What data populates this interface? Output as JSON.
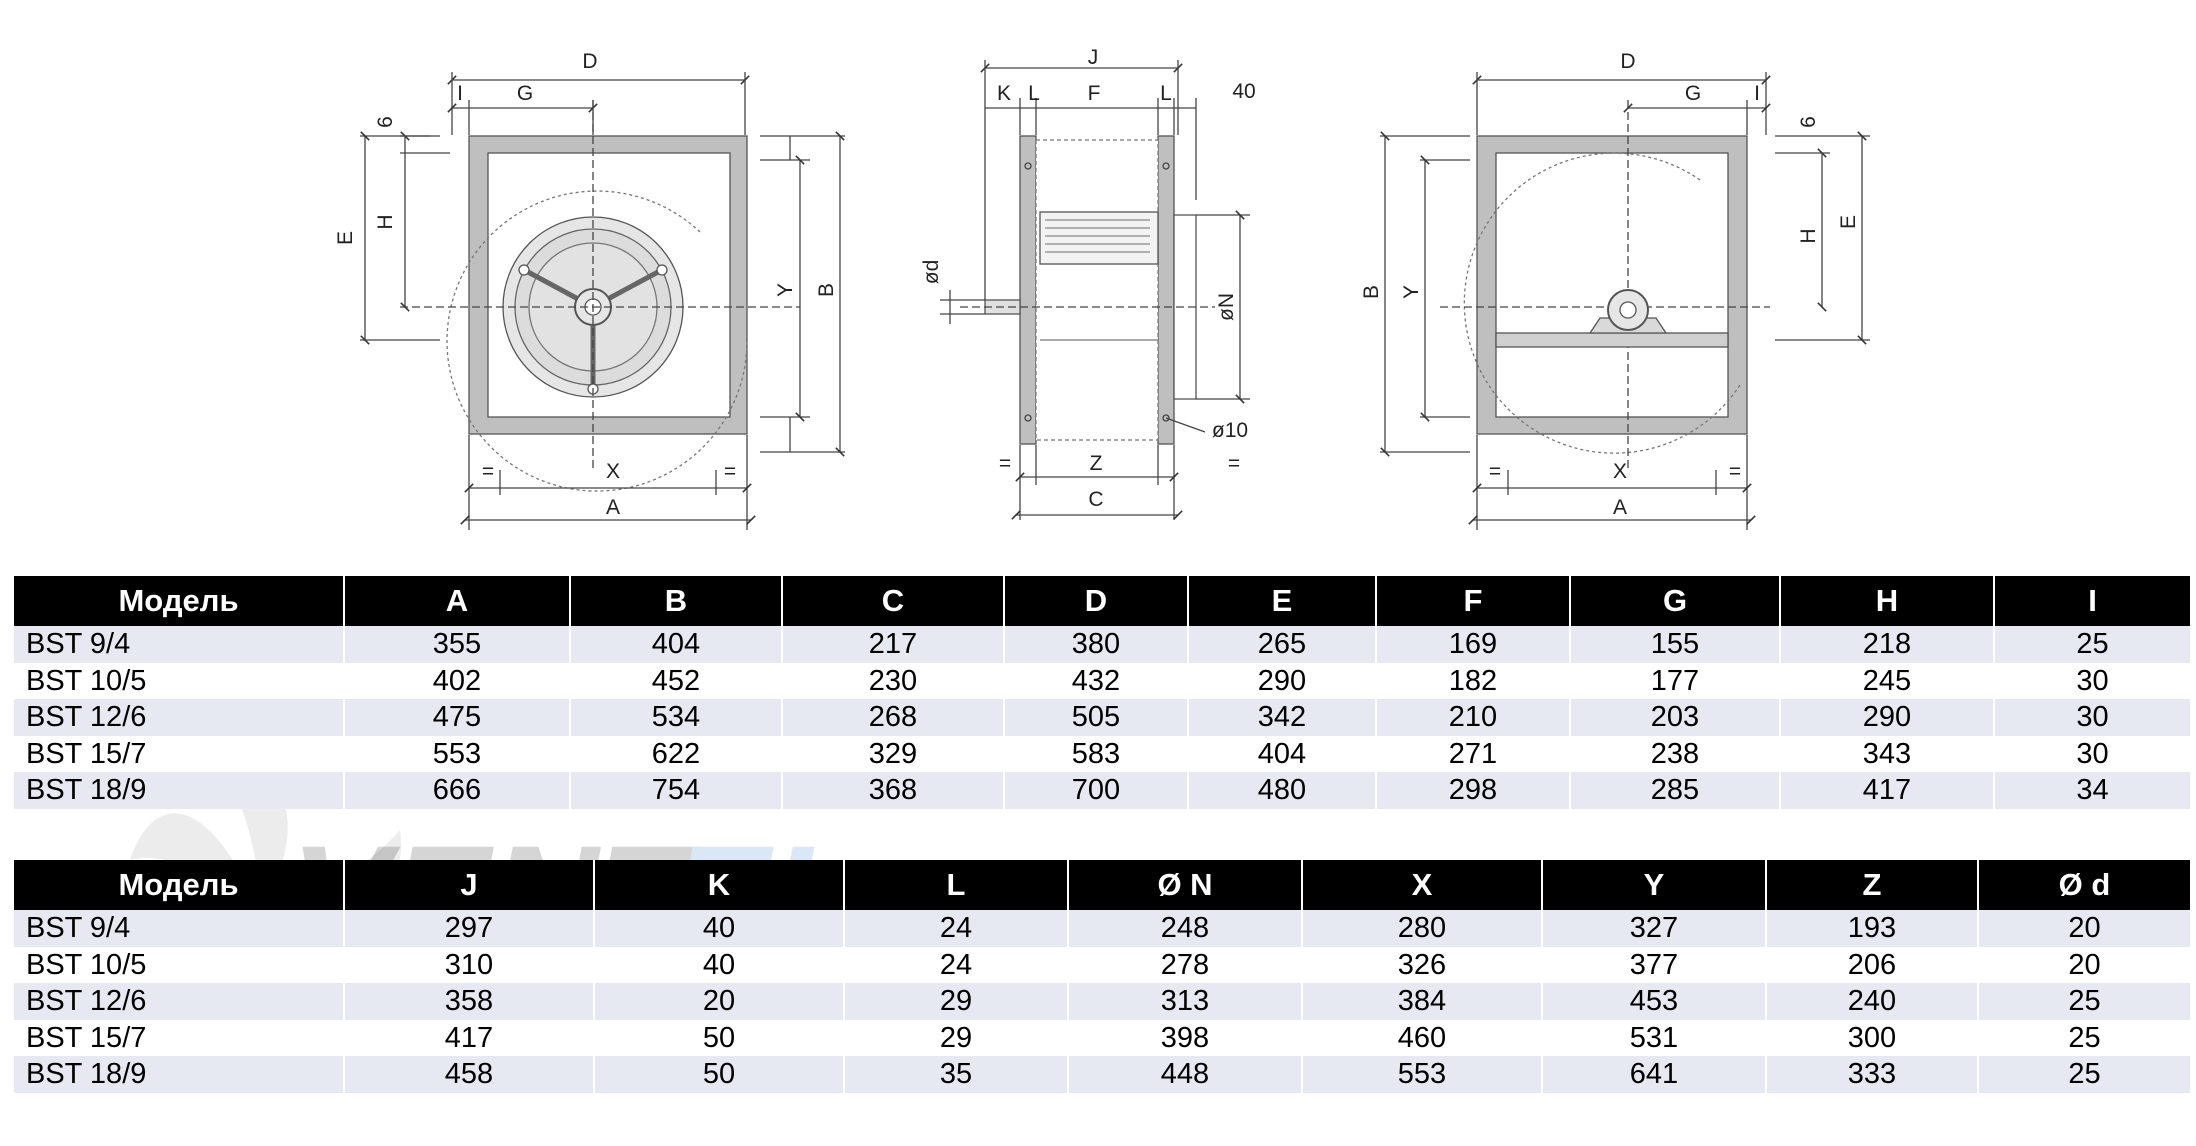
{
  "drawing_labels": {
    "front": {
      "D": "D",
      "I": "I",
      "G": "G",
      "six": "6",
      "H": "H",
      "E": "E",
      "Y": "Y",
      "B": "B",
      "eq": "=",
      "X": "X",
      "A": "A"
    },
    "side": {
      "J": "J",
      "K": "K",
      "L": "L",
      "F": "F",
      "forty": "40",
      "od": "ød",
      "oN": "øN",
      "o10": "ø10",
      "eq": "=",
      "Z": "Z",
      "C": "C"
    },
    "back": {
      "D": "D",
      "G": "G",
      "I": "I",
      "six": "6",
      "H": "H",
      "E": "E",
      "B": "B",
      "Y": "Y",
      "eq": "=",
      "X": "X",
      "A": "A"
    }
  },
  "table1": {
    "headers": [
      "Модель",
      "A",
      "B",
      "C",
      "D",
      "E",
      "F",
      "G",
      "H",
      "I"
    ],
    "rows": [
      [
        "BST 9/4",
        "355",
        "404",
        "217",
        "380",
        "265",
        "169",
        "155",
        "218",
        "25"
      ],
      [
        "BST 10/5",
        "402",
        "452",
        "230",
        "432",
        "290",
        "182",
        "177",
        "245",
        "30"
      ],
      [
        "BST 12/6",
        "475",
        "534",
        "268",
        "505",
        "342",
        "210",
        "203",
        "290",
        "30"
      ],
      [
        "BST 15/7",
        "553",
        "622",
        "329",
        "583",
        "404",
        "271",
        "238",
        "343",
        "30"
      ],
      [
        "BST 18/9",
        "666",
        "754",
        "368",
        "700",
        "480",
        "298",
        "285",
        "417",
        "34"
      ]
    ]
  },
  "table2": {
    "headers": [
      "Модель",
      "J",
      "K",
      "L",
      "Ø N",
      "X",
      "Y",
      "Z",
      "Ø d"
    ],
    "rows": [
      [
        "BST 9/4",
        "297",
        "40",
        "24",
        "248",
        "280",
        "327",
        "193",
        "20"
      ],
      [
        "BST 10/5",
        "310",
        "40",
        "24",
        "278",
        "326",
        "377",
        "206",
        "20"
      ],
      [
        "BST 12/6",
        "358",
        "20",
        "29",
        "313",
        "384",
        "453",
        "240",
        "25"
      ],
      [
        "BST 15/7",
        "417",
        "50",
        "29",
        "398",
        "460",
        "531",
        "300",
        "25"
      ],
      [
        "BST 18/9",
        "458",
        "50",
        "35",
        "448",
        "553",
        "641",
        "333",
        "25"
      ]
    ]
  },
  "watermark": {
    "text": "VENTEL",
    "accent_color": "#1a6fd0"
  }
}
